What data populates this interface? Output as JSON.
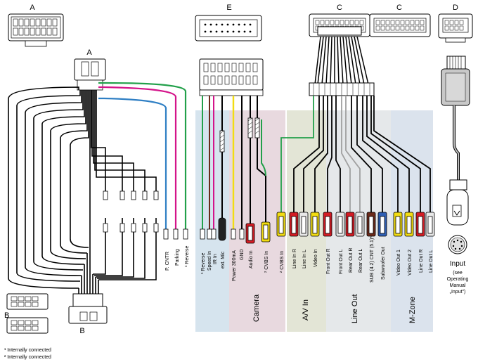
{
  "connectors": {
    "a_top": "A",
    "a_mid": "A",
    "b_side": "B",
    "b_bottom": "B",
    "c_left": "C",
    "c_right": "C",
    "d": "D",
    "e": "E"
  },
  "groups": {
    "camera": "Camera",
    "av_in": "A/V In",
    "line_out": "Line Out",
    "m_zone": "M-Zone"
  },
  "pins_a": [
    "P. CNTR",
    "Parking",
    "¹ Reverse"
  ],
  "pins_e": [
    "¹ Reverse",
    "Speed In",
    "IR In",
    "ext. Mic",
    "Power 300mA",
    "GND",
    "Audio In",
    "² CVBS In"
  ],
  "pins_c": [
    "² CVBS In",
    "Line In R",
    "Line In L",
    "Video In",
    "Front Out R",
    "Front Out L",
    "Rear Out R",
    "Rear Out L",
    "SUB (4.2) CNT (5.1)*",
    "Subwoofer Out",
    "Video Out 1",
    "Video Out 2",
    "Line Out R",
    "Line Out L"
  ],
  "input": {
    "title": "Input",
    "note_lines": [
      "(see",
      "Operating",
      "Manual",
      "„Input\")"
    ]
  },
  "footnotes": [
    "¹ Internally connected",
    "² Internally connected"
  ],
  "colors": {
    "camera_bg": "#e8d9df",
    "av_bg": "#e3e5d6",
    "lineout_bg": "#e5e8ea",
    "mzone_bg": "#dbe3ed",
    "blue_panel": "#d6e4ee",
    "green_wire": "#22a04a",
    "magenta_wire": "#d4148a",
    "blue_wire": "#2f7fc4",
    "yellow_wire": "#f2dc12",
    "red_wire": "#d31c24",
    "grey_wire": "#a0a0a0",
    "brown_wire": "#6b2a1a"
  }
}
